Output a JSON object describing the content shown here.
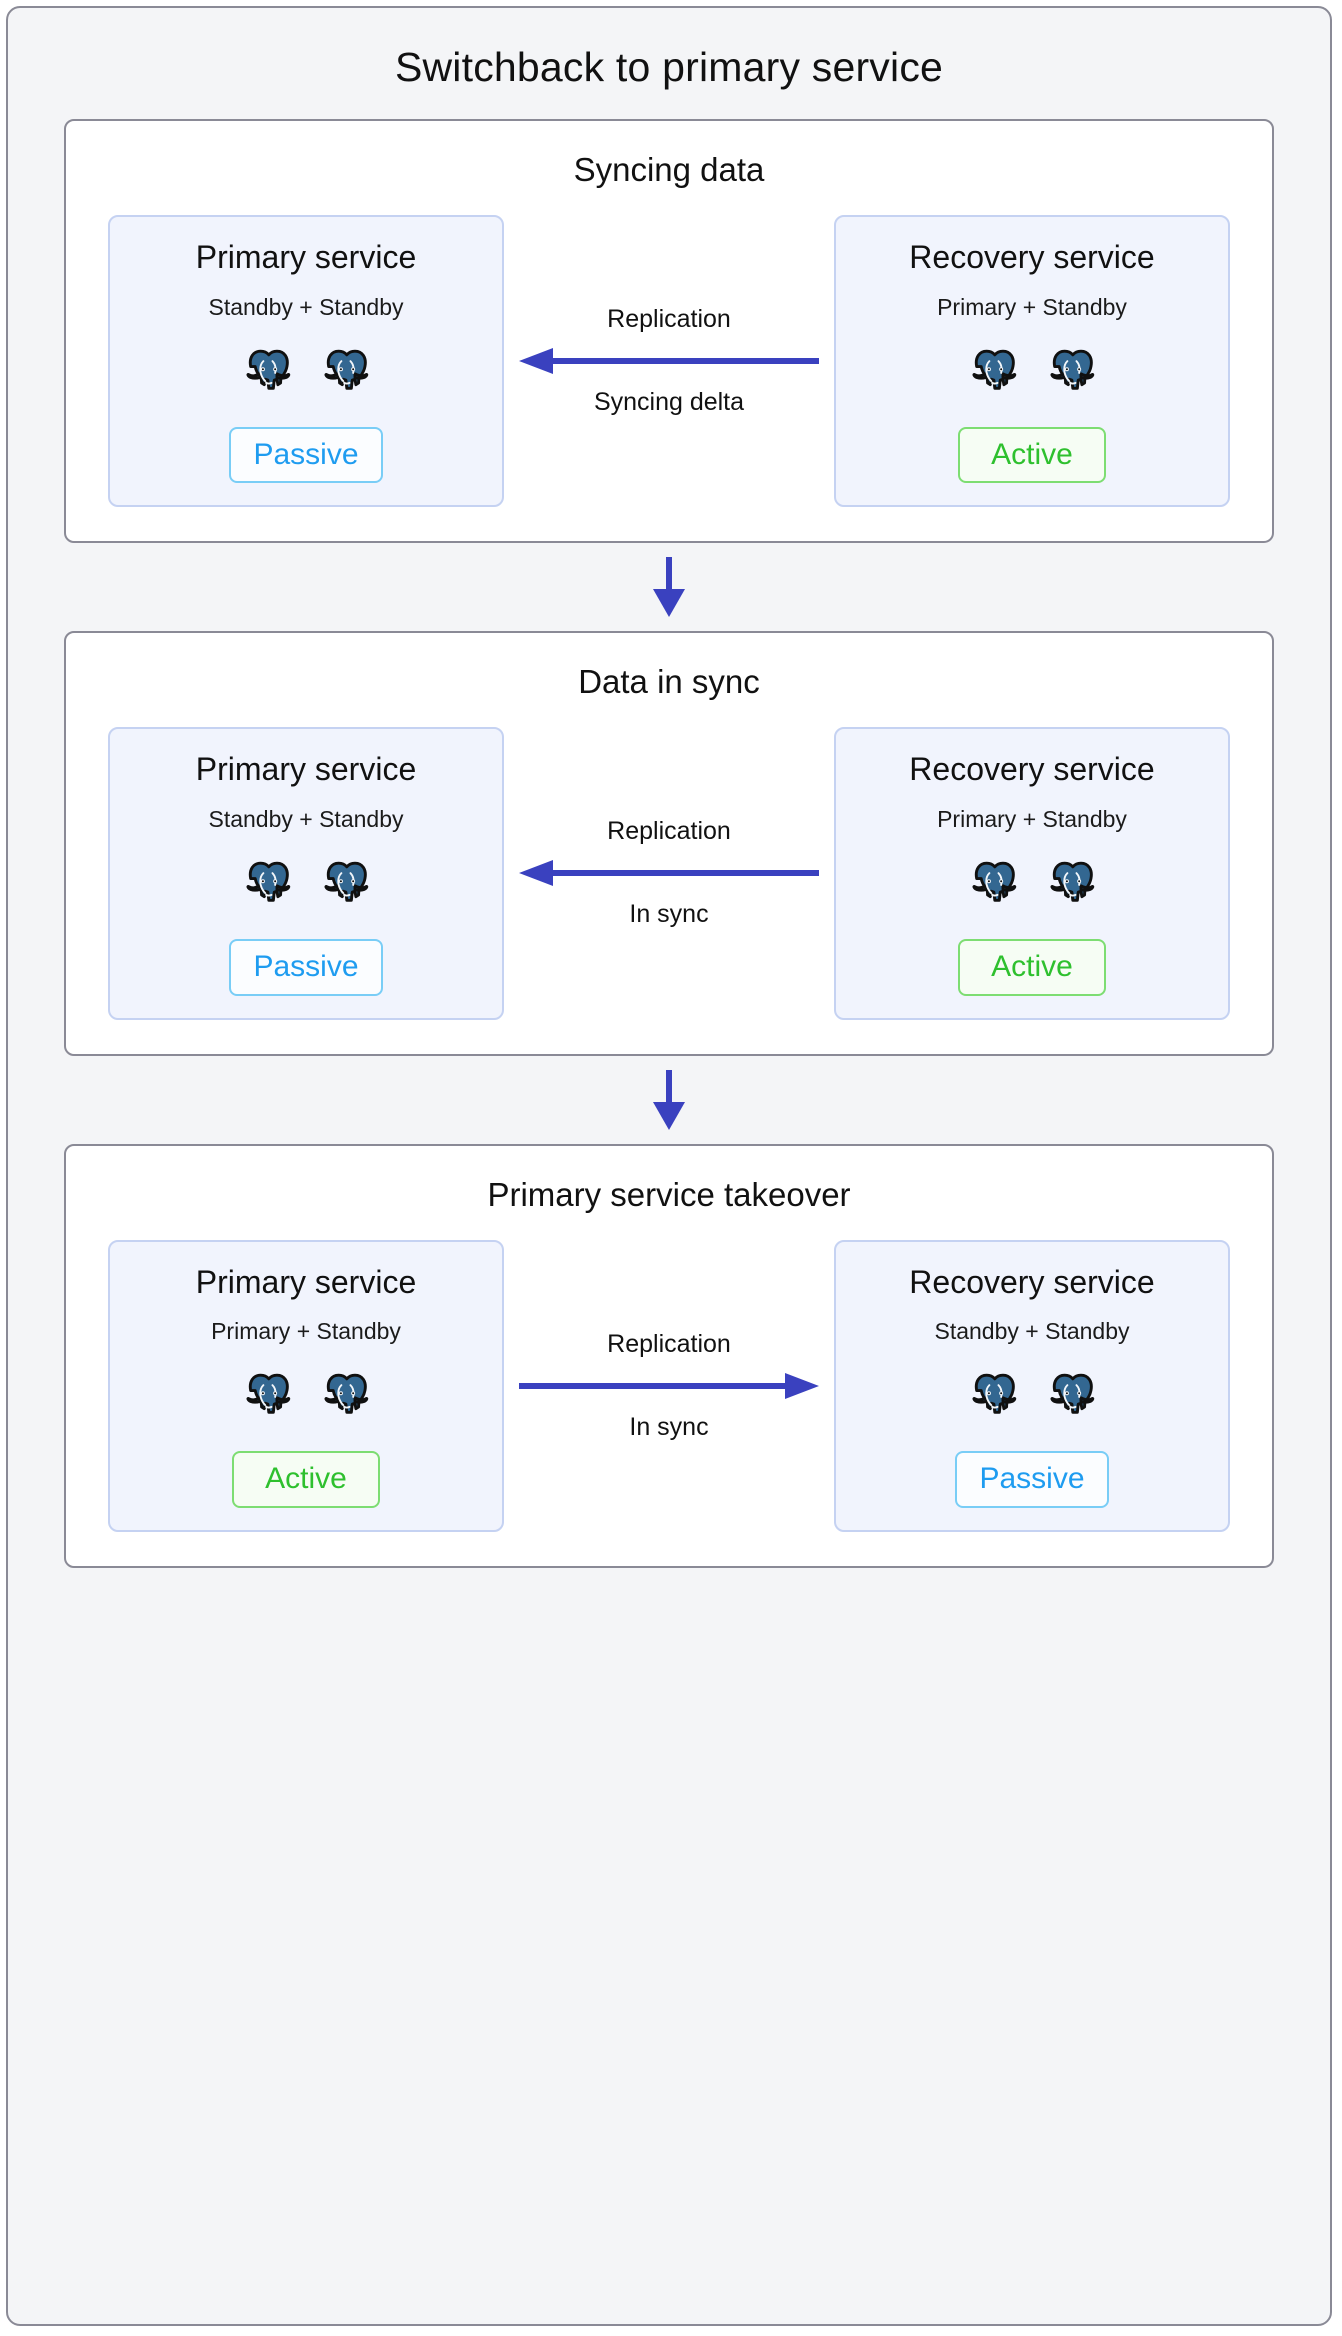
{
  "diagram": {
    "title": "Switchback to primary service",
    "colors": {
      "frame_bg": "#f4f5f7",
      "frame_border": "#8a8a96",
      "panel_bg": "#ffffff",
      "card_bg": "#f1f4fd",
      "card_border": "#c5d2f2",
      "arrow": "#3a41bf",
      "active_text": "#2ec02e",
      "active_border": "#7ddd72",
      "passive_text": "#1e9cf0",
      "passive_border": "#79cdf6",
      "elephant_body": "#336791"
    },
    "connector_icon": "down-arrow-icon",
    "db_icon": "postgresql-elephant-icon",
    "stages": [
      {
        "title": "Syncing data",
        "left": {
          "name": "Primary service",
          "roles": "Standby + Standby",
          "db_count": 2,
          "status": "Passive",
          "status_kind": "passive"
        },
        "right": {
          "name": "Recovery service",
          "roles": "Primary + Standby",
          "db_count": 2,
          "status": "Active",
          "status_kind": "active"
        },
        "replication": {
          "top_label": "Replication",
          "bottom_label": "Syncing delta",
          "direction": "left"
        }
      },
      {
        "title": "Data in sync",
        "left": {
          "name": "Primary service",
          "roles": "Standby + Standby",
          "db_count": 2,
          "status": "Passive",
          "status_kind": "passive"
        },
        "right": {
          "name": "Recovery service",
          "roles": "Primary + Standby",
          "db_count": 2,
          "status": "Active",
          "status_kind": "active"
        },
        "replication": {
          "top_label": "Replication",
          "bottom_label": "In sync",
          "direction": "left"
        }
      },
      {
        "title": "Primary service takeover",
        "left": {
          "name": "Primary service",
          "roles": "Primary + Standby",
          "db_count": 2,
          "status": "Active",
          "status_kind": "active"
        },
        "right": {
          "name": "Recovery service",
          "roles": "Standby + Standby",
          "db_count": 2,
          "status": "Passive",
          "status_kind": "passive"
        },
        "replication": {
          "top_label": "Replication",
          "bottom_label": "In sync",
          "direction": "right"
        }
      }
    ]
  }
}
